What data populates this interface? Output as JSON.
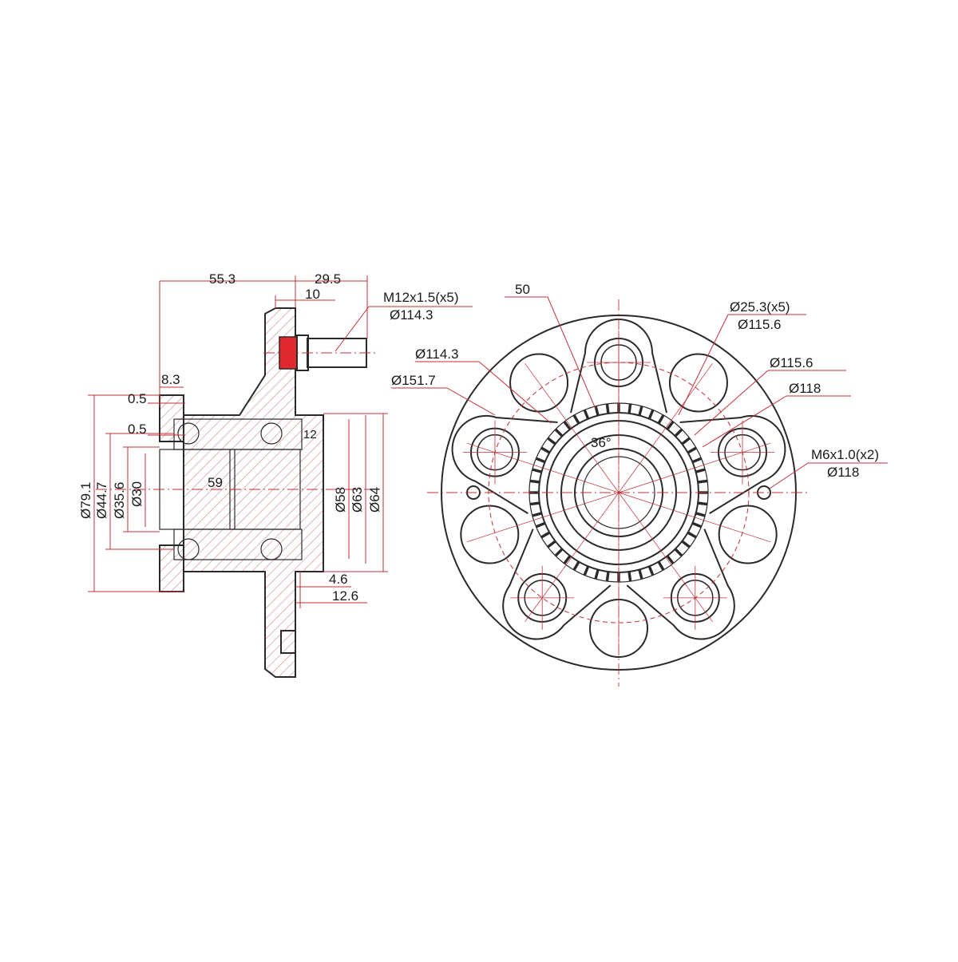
{
  "diagram": {
    "side_view": {
      "dim_top_left": "55.3",
      "dim_top_right": "29.5",
      "dim_flange": "10",
      "dim_stud_left": "8.3",
      "dim_gap_a": "0.5",
      "dim_gap_b": "0.5",
      "dim_inner_12": "12",
      "dim_bearing_59": "59",
      "dim_bottom_a": "4.6",
      "dim_bottom_b": "12.6",
      "stud_thread": "M12x1.5(x5)",
      "stud_pcd": "Ø114.3",
      "dia_left": [
        "Ø79.1",
        "Ø44.7",
        "Ø35.6",
        "Ø30"
      ],
      "dia_right": [
        "Ø58",
        "Ø63",
        "Ø64"
      ]
    },
    "front_view": {
      "dim_50": "50",
      "pcd_a": "Ø114.3",
      "dia_outer": "Ø151.7",
      "hole_dia": "Ø25.3(x5)",
      "hole_pcd": "Ø115.6",
      "pcd_b": "Ø115.6",
      "pcd_c": "Ø118",
      "angle": "36°",
      "screw_thread": "M6x1.0(x2)",
      "screw_pcd": "Ø118"
    },
    "colors": {
      "dimension_line": "#c2303a",
      "outline": "#2a2a2a",
      "stud_highlight": "#e0282e"
    }
  }
}
